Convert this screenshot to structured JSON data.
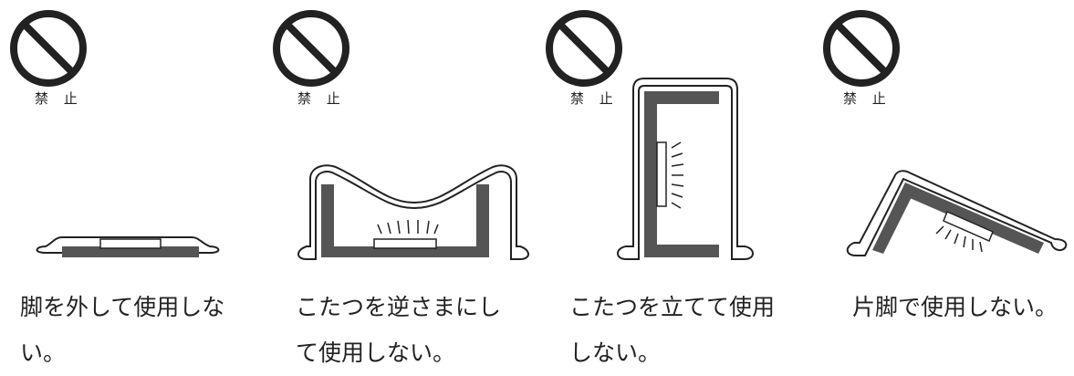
{
  "colors": {
    "ink": "#222222",
    "heater_body": "#555555",
    "outline": "#222222"
  },
  "panels": [
    {
      "prohibit_label": "禁 止",
      "icon": "prohibition-icon",
      "caption_line1": "脚を外して使用しな",
      "caption_line2": "い。"
    },
    {
      "prohibit_label": "禁 止",
      "icon": "prohibition-icon",
      "caption_line1": "こたつを逆さまにし",
      "caption_line2": "て使用しない。"
    },
    {
      "prohibit_label": "禁 止",
      "icon": "prohibition-icon",
      "caption_line1": "こたつを立てて使用",
      "caption_line2": "しない。"
    },
    {
      "prohibit_label": "禁 止",
      "icon": "prohibition-icon",
      "caption_line1": "片脚で使用しない。",
      "caption_line2": ""
    }
  ]
}
